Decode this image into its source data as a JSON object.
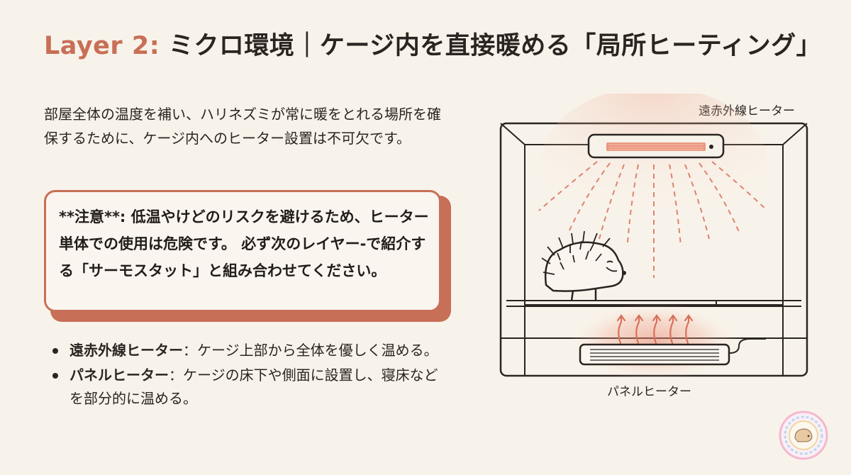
{
  "title": {
    "layer": "Layer 2:",
    "text": "ミクロ環境｜ケージ内を直接暖める「局所ヒーティング」"
  },
  "intro": "部屋全体の温度を補い、ハリネズミが常に暖をとれる場所を確保するために、ケージ内へのヒーター設置は不可欠です。",
  "note": "**注意**: 低温やけどのリスクを避けるため、ヒーター単体での使用は危険です。 必ず次のレイヤー-で紹介する「サーモスタット」と組み合わせてください。",
  "bullets": [
    {
      "term": "遠赤外線ヒーター",
      "sep": "：",
      "desc": "ケージ上部から全体を優しく温める。"
    },
    {
      "term": "パネルヒーター",
      "sep": "：",
      "desc": "ケージの床下や側面に設置し、寝床などを部分的に温める。"
    }
  ],
  "diagram": {
    "label_top": "遠赤外線ヒーター",
    "label_bottom": "パネルヒーター"
  },
  "colors": {
    "background": "#f8f3ea",
    "accent": "#c86f57",
    "heat": "#e79a84",
    "text": "#2b2421"
  },
  "icons": [
    "hedgehog-icon",
    "infrared-heater-icon",
    "panel-heater-icon",
    "heat-wave-icon",
    "heat-arrow-icon"
  ]
}
